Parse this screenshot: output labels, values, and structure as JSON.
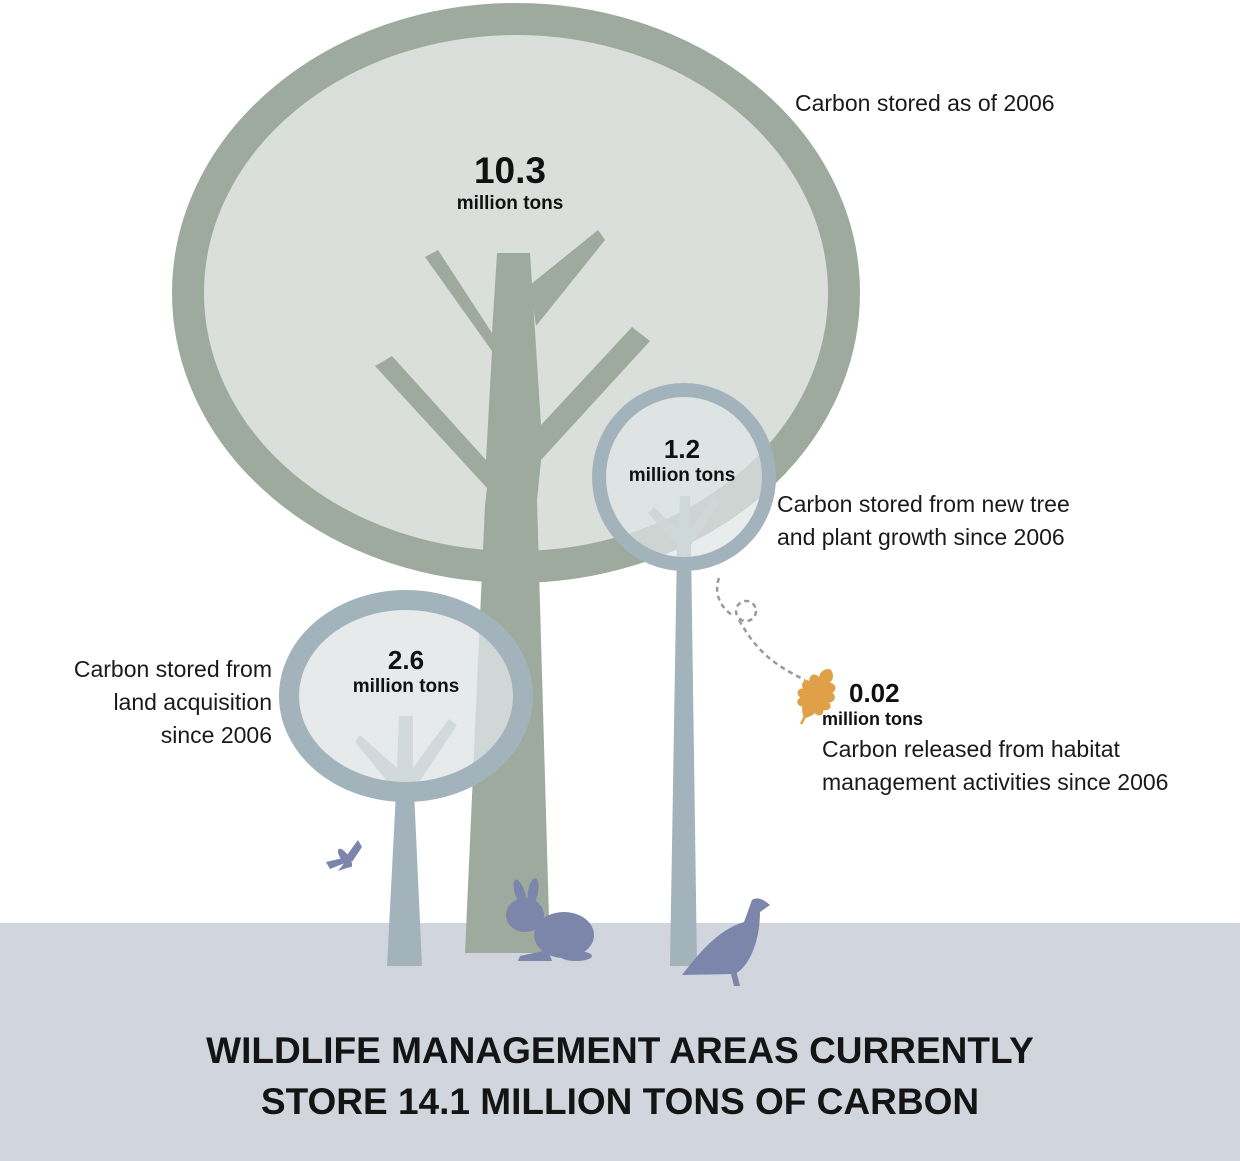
{
  "colors": {
    "big_tree": "#9eaa9e",
    "big_canopy_fill": "#dadfdb",
    "small_tree": "#a3b3bb",
    "small_canopy_fill": "#dfe4e6",
    "ground": "#d1d5de",
    "animal": "#7c86aa",
    "leaf": "#e0a048",
    "dotted_line": "#9a9a9a"
  },
  "icons": [
    "tree-icon",
    "moth-icon",
    "rabbit-icon",
    "grouse-icon",
    "oak-leaf-icon"
  ],
  "stores": {
    "total_existing": {
      "value": "10.3",
      "unit": "million tons",
      "caption": "Carbon stored as of 2006"
    },
    "new_growth": {
      "value": "1.2",
      "unit": "million tons",
      "caption_lines": [
        "Carbon stored from new tree",
        "and plant growth since 2006"
      ]
    },
    "land_acquisition": {
      "value": "2.6",
      "unit": "million tons",
      "caption_lines": [
        "Carbon stored from",
        "land acquisition",
        "since 2006"
      ]
    },
    "released": {
      "value": "0.02",
      "unit": "million tons",
      "caption_lines": [
        "Carbon released from habitat",
        "management activities since 2006"
      ]
    }
  },
  "title_lines": [
    "WILDLIFE MANAGEMENT AREAS CURRENTLY",
    "STORE 14.1 MILLION TONS OF CARBON"
  ]
}
